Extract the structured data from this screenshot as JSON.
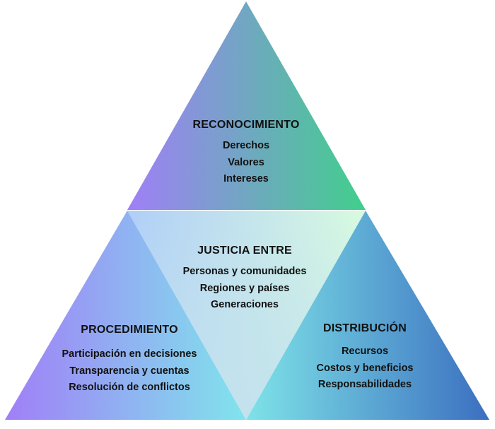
{
  "colors": {
    "purple": "#a07ff7",
    "green": "#41cf8c",
    "cyan": "#80e4ec",
    "blue": "#3b6fc0",
    "center_left": "#b0cef8",
    "center_right": "#d8fbe0",
    "center_bottom": "#c3e2ee"
  },
  "sections": {
    "top": {
      "title": "RECONOCIMIENTO",
      "items": [
        "Derechos",
        "Valores",
        "Intereses"
      ]
    },
    "center": {
      "title": "JUSTICIA ENTRE",
      "items": [
        "Personas y comunidades",
        "Regiones y países",
        "Generaciones"
      ]
    },
    "left": {
      "title": "PROCEDIMIENTO",
      "items": [
        "Participación en decisiones",
        "Transparencia y cuentas",
        "Resolución de conflictos"
      ]
    },
    "right": {
      "title": "DISTRIBUCIÓN",
      "items": [
        "Recursos",
        "Costos y beneficios",
        "Responsabilidades"
      ]
    }
  }
}
